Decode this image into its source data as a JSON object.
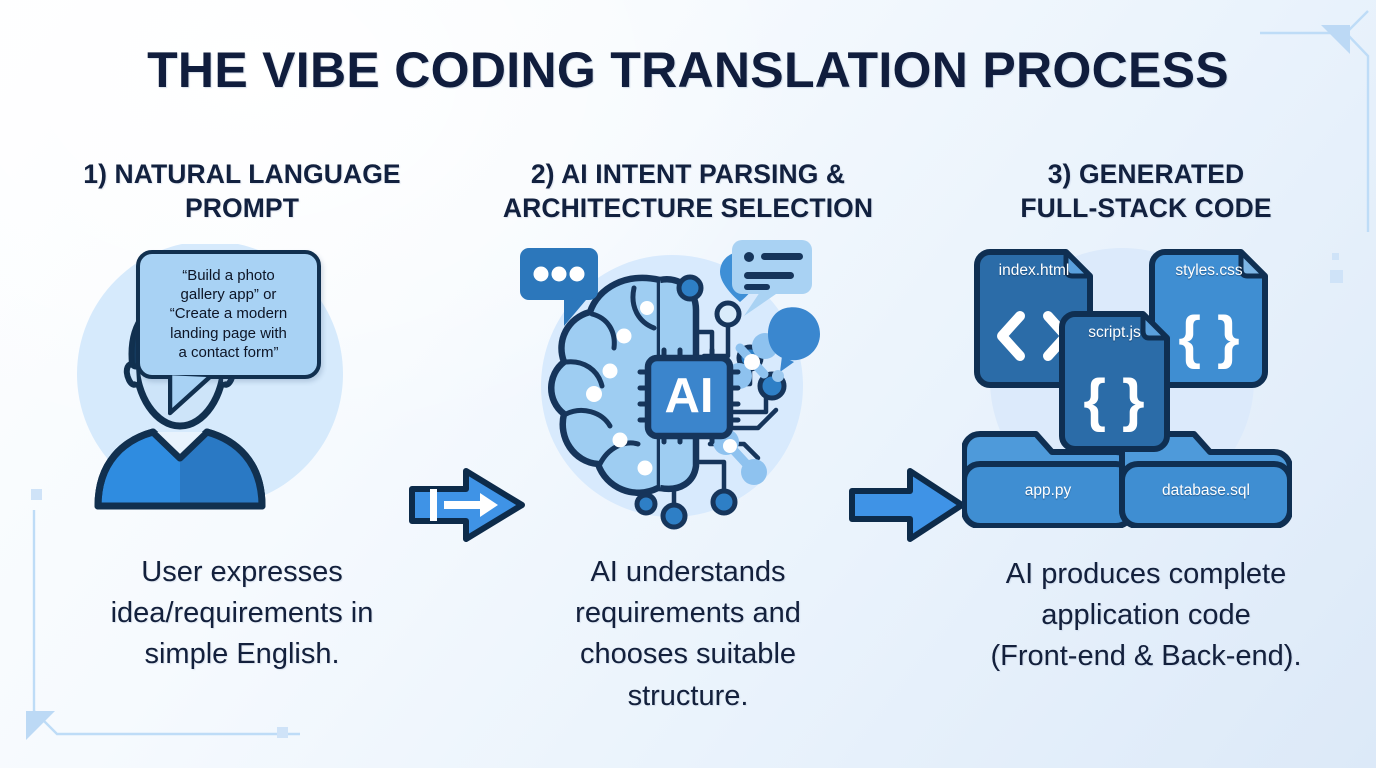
{
  "page": {
    "title": "THE VIBE CODING TRANSLATION PROCESS"
  },
  "colors": {
    "title_text": "#101d3d",
    "heading_text": "#12213f",
    "caption_text": "#13203c",
    "accent_blue": "#3b8fdd",
    "deep_navy": "#11304f",
    "bubble_fill": "#a8d2f4",
    "circle_bg": "#d6e9fb",
    "file_dark": "#2b6ca8",
    "file_light": "#66a8de",
    "background_start": "#fdfeff",
    "background_end": "#dce9f8"
  },
  "steps": [
    {
      "id": "step-1",
      "heading": "1) NATURAL LANGUAGE\nPROMPT",
      "caption": "User expresses\nidea/requirements in\nsimple English.",
      "bubble_text": "“Build a photo gallery app” or “Create a modern landing page with a contact form”",
      "bubble_lines": [
        "“Build a photo",
        "gallery app” or",
        "“Create a modern",
        "landing page with",
        "a contact form”"
      ],
      "icon": "user-avatar-icon"
    },
    {
      "id": "step-2",
      "heading": "2) AI INTENT PARSING &\nARCHITECTURE SELECTION",
      "caption": "AI understands\nrequirements and\nchooses suitable\nstructure.",
      "chip_label": "AI",
      "icon": "ai-brain-circuit-icon"
    },
    {
      "id": "step-3",
      "heading": "3) GENERATED\nFULL-STACK CODE",
      "caption": "AI produces complete\napplication code\n(Front-end & Back-end).",
      "icon": "code-files-icon",
      "files": [
        {
          "name": "index.html",
          "glyph": "< >",
          "kind": "file",
          "shade": "dark"
        },
        {
          "name": "styles.css",
          "glyph": "{ }",
          "kind": "file",
          "shade": "light"
        },
        {
          "name": "script.js",
          "glyph": "{ }",
          "kind": "file",
          "shade": "dark"
        },
        {
          "name": "app.py",
          "glyph": "",
          "kind": "folder",
          "shade": "light"
        },
        {
          "name": "database.sql",
          "glyph": "",
          "kind": "folder",
          "shade": "light"
        }
      ]
    }
  ],
  "arrows": [
    {
      "id": "arrow-1",
      "style": "double-inset"
    },
    {
      "id": "arrow-2",
      "style": "solid"
    }
  ]
}
